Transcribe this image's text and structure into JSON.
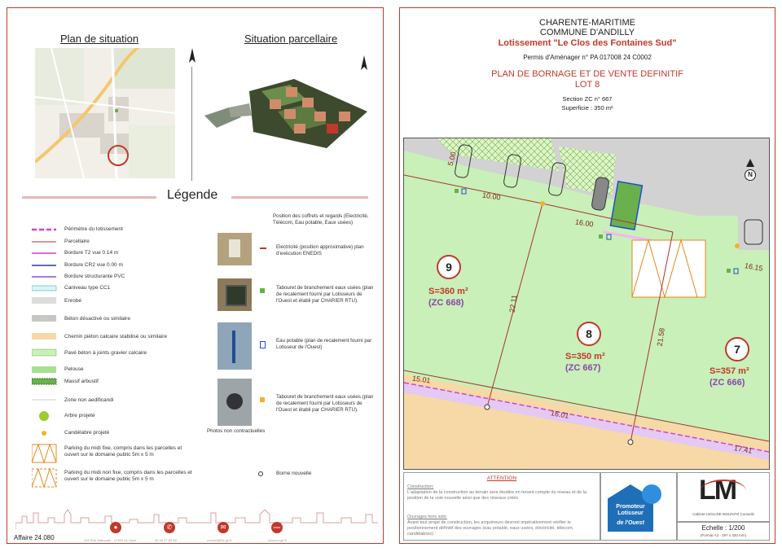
{
  "left": {
    "plan_situation_title": "Plan de situation",
    "situation_parcellaire_title": "Situation parcellaire",
    "legend_title": "Légende",
    "legend_items": [
      "Périmètre du lotissement",
      "Parcellaire",
      "Bordure T2 vue 0.14 m",
      "Bordure CR2 vue 0.00 m",
      "Bordure structurante PVC",
      "Caniveau type CC1",
      "Enrobé",
      "Béton désactivé ou similaire",
      "Chemin piéton calcaire stabilisé ou similaire",
      "Pavé béton à joints gravier calcaire",
      "Pelouse",
      "Massif arbustif",
      "Zone non aedificandi",
      "Arbre projeté",
      "Candélabre projeté",
      "Parking du midi fixe, compris dans les parcelles et ouvert sur le domaine public 5m x 5 m",
      "Parking du midi non fixe, compris dans les parcelles et ouvert sur le domaine public 5m x 5 m"
    ],
    "network_header": "Position des coffrets et regards (Electricité, Télécom, Eau potable, Eaux usées)",
    "network_items": [
      "Electricité (position approximative) plan d'exécution ENEDIS",
      "Tabouret de branchement eaux usées (plan de recalement fourni par Lotisseurs de l'Ouest et établi par CHARIER RTU).",
      "Eau potable (plan de recalement fourni par Lotisseur de l'Ouest)",
      "Tabouret de branchement eaux usées (plan de recalement fourni par Lotisseurs de l'Ouest et établi par CHARIER RTU)."
    ],
    "photos_caption": "Photos non contractuelles",
    "borne_label": "Borne nouvelle",
    "affaire": "Affaire 24.080",
    "footer_address": "105 Rue Nationale - 17300 La Jarne",
    "footer_phone": "05 46 37 88 48",
    "footer_email": "contact@lm-ge.fr",
    "footer_web": "www.lm-ge.fr",
    "footer_badge": "www"
  },
  "right": {
    "department": "CHARENTE-MARITIME",
    "commune": "COMMUNE D'ANDILLY",
    "lotissement": "Lotissement \"Le Clos des Fontaines Sud\"",
    "permis": "Permis d'Aménager n° PA 017008 24 C0002",
    "plan_title": "PLAN DE BORNAGE ET DE VENTE DEFINITIF",
    "lot": "LOT 8",
    "section": "Section ZC n° 667",
    "superficie": "Superficie : 350 m²",
    "north": "N",
    "lots": [
      {
        "num": "9",
        "area": "S=360 m²",
        "ref": "(ZC 668)"
      },
      {
        "num": "8",
        "area": "S=350 m²",
        "ref": "(ZC 667)"
      },
      {
        "num": "7",
        "area": "S=357 m²",
        "ref": "(ZC 666)"
      }
    ],
    "dims": [
      "5.00",
      "10.00",
      "16.00",
      "16.15",
      "22.11",
      "21.58",
      "15.01",
      "16.01",
      "17.41"
    ],
    "attention_title": "ATTENTION",
    "construction_title": "Construction:",
    "construction_text": "L'adaptation de la construction au terrain sera étudiée en tenant compte du niveau et de la position de la voie nouvelle ainsi que des réseaux créés.",
    "ouvrages_title": "Ouvrages hors sols:",
    "ouvrages_text": "Avant tout projet de construction, les acquéreurs devront impérativement vérifier le positionnement définitif des ouvrages (eau potable, eaux usées, électricité, télécom, candélabres).",
    "promoteur_line1": "Promoteur",
    "promoteur_line2": "Lotisseur",
    "promoteur_line3": "de l'Ouest",
    "logo_letters": "LM",
    "cabinet": "Cabinet LEGLISE MOUNITZ Conseils",
    "echelle_label": "Echelle : 1/200",
    "format_label": "(Format A3 - 297 x 420 mm)"
  }
}
